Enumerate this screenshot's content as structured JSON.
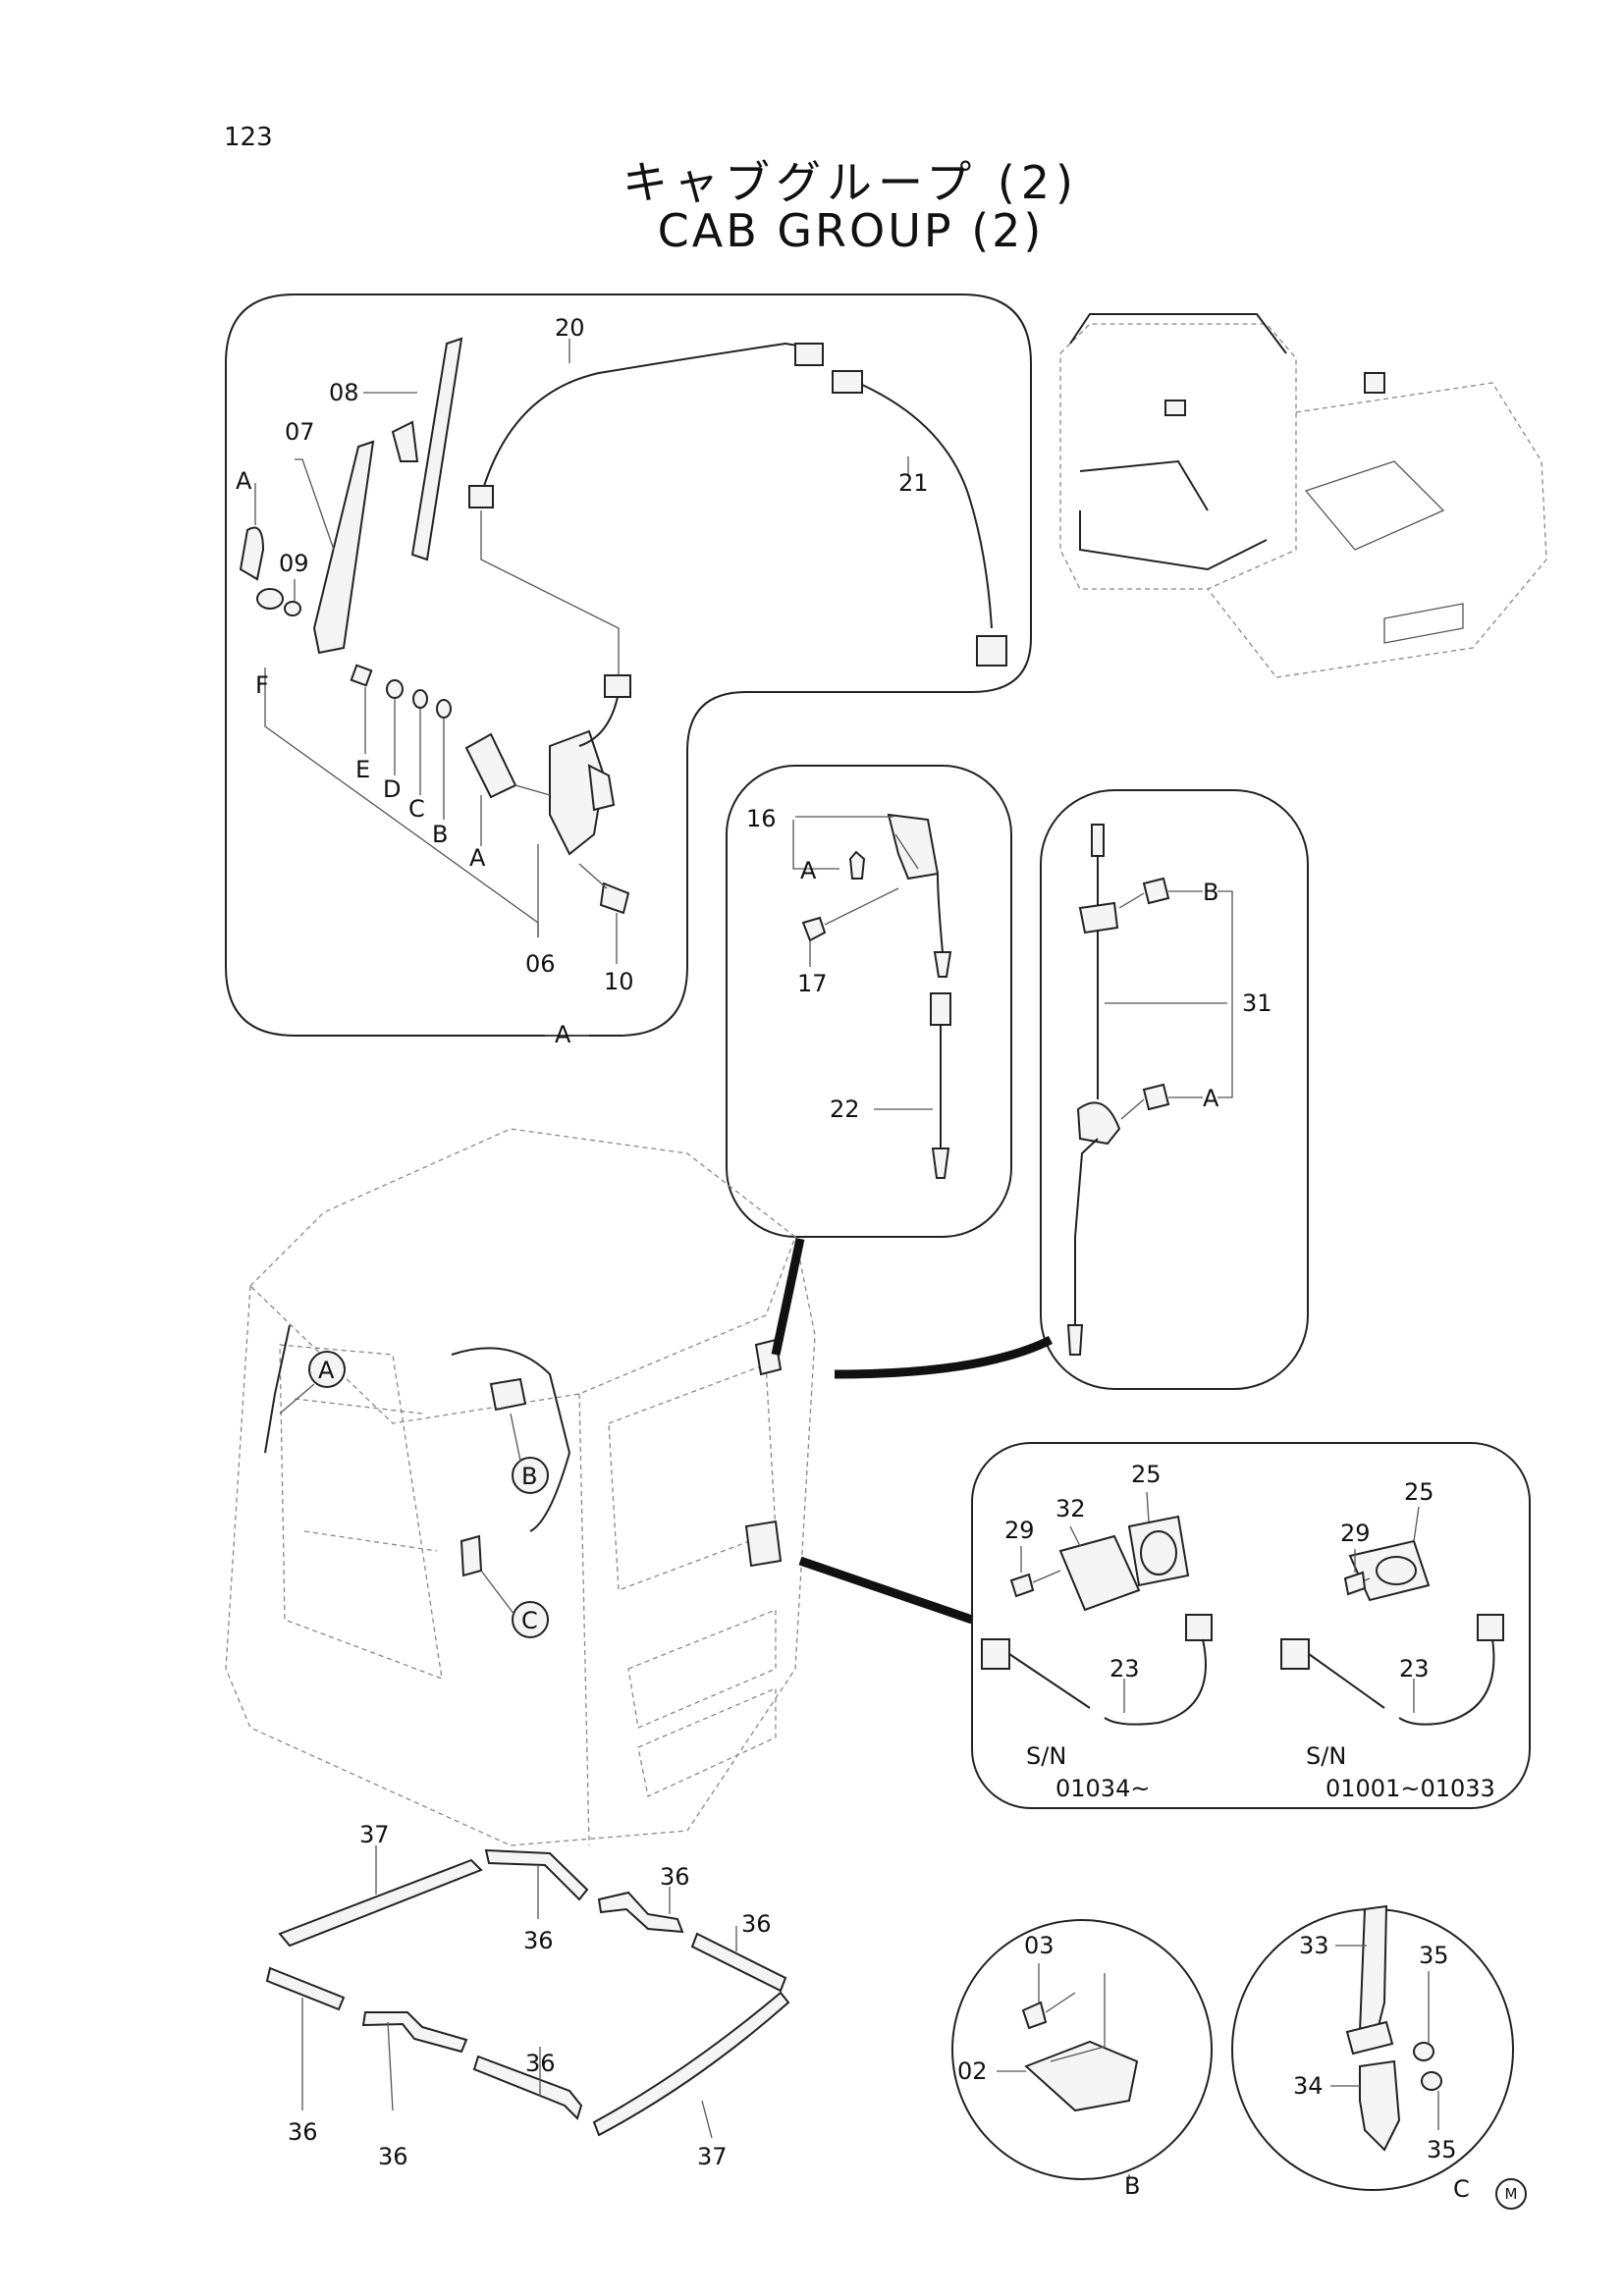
{
  "page_number": "123",
  "title": {
    "jp": "キャブグループ (2)",
    "en": "CAB GROUP (2)"
  },
  "footer_mark": "M",
  "callouts": {
    "c08": "08",
    "c07": "07",
    "cA1": "A",
    "c09": "09",
    "cF": "F",
    "cE": "E",
    "cD": "D",
    "cC": "C",
    "cB": "B",
    "cA2": "A",
    "c06": "06",
    "c10": "10",
    "c20": "20",
    "c21": "21",
    "cPanelA": "A",
    "c16": "16",
    "cA16": "A",
    "c17": "17",
    "c22": "22",
    "cB31": "B",
    "c31": "31",
    "cA31": "A",
    "c29a": "29",
    "c32": "32",
    "c25a": "25",
    "c23a": "23",
    "c29b": "29",
    "c25b": "25",
    "c23b": "23",
    "c37a": "37",
    "c36a": "36",
    "c36b": "36",
    "c36c": "36",
    "c36d": "36",
    "c36e": "36",
    "c36f": "36",
    "c37b": "37",
    "c03": "03",
    "c02": "02",
    "cPanelB": "B",
    "c33": "33",
    "c35a": "35",
    "c34": "34",
    "c35b": "35",
    "cPanelC": "C",
    "bubbleA": "A",
    "bubbleB": "B",
    "bubbleC": "C"
  },
  "serials": {
    "sn_label_a": "S/N",
    "sn_range_a": "01034~",
    "sn_label_b": "S/N",
    "sn_range_b": "01001~01033"
  }
}
